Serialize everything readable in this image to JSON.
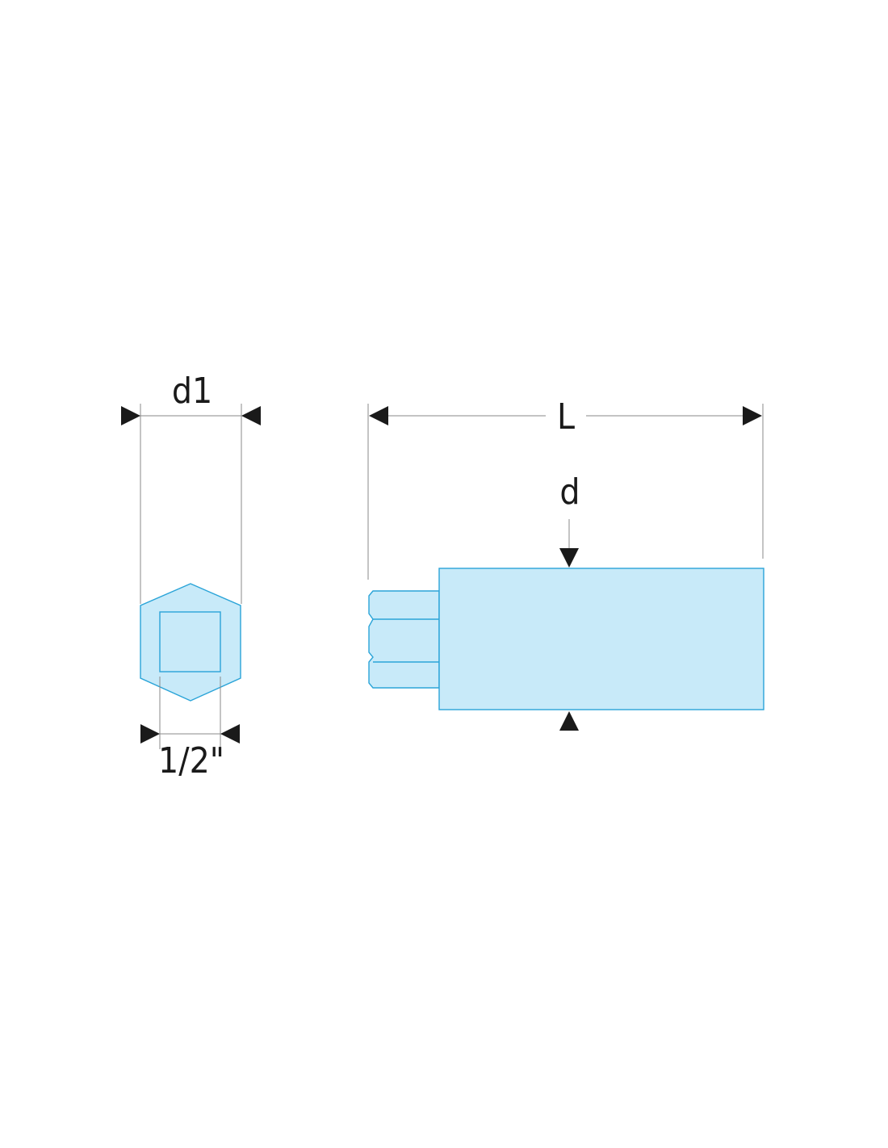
{
  "labels": {
    "hex_width": "d1",
    "drive_size": "1/2\"",
    "length": "L",
    "diameter": "d"
  },
  "colors": {
    "part_fill": "#c8eaf9",
    "part_stroke": "#2aa4d8",
    "dimension_line": "#8a8a8a",
    "arrow": "#1a1a1a"
  }
}
